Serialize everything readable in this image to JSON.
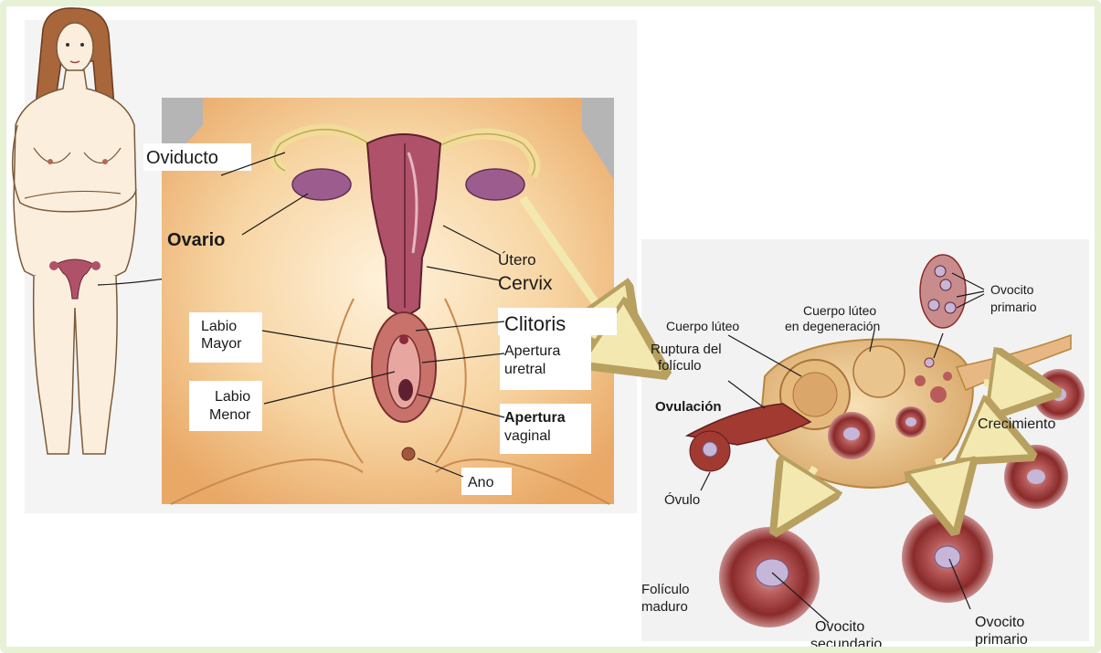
{
  "labels": {
    "oviducto": "Oviducto",
    "ovario": "Ovario",
    "utero": "Útero",
    "cervix": "Cervix",
    "clitoris": "Clitoris",
    "labio_mayor_1": "Labio",
    "labio_mayor_2": "Mayor",
    "labio_menor_1": "Labio",
    "labio_menor_2": "Menor",
    "apertura_uretral_1": "Apertura",
    "apertura_uretral_2": "uretral",
    "apertura_vaginal_1": "Apertura",
    "apertura_vaginal_2": "vaginal",
    "ano": "Ano",
    "ovocito_primario_top_1": "Ovocito",
    "ovocito_primario_top_2": "primario",
    "cuerpo_luteo_degeneracion_1": "Cuerpo lúteo",
    "cuerpo_luteo_degeneracion_2": "en degeneración",
    "cuerpo_luteo": "Cuerpo lúteo",
    "ruptura_1": "Ruptura del",
    "ruptura_2": "folículo",
    "ovulacion": "Ovulación",
    "crecimiento": "Crecimiento",
    "ovulo": "Óvulo",
    "foliculo_maduro_1": "Folículo",
    "foliculo_maduro_2": "maduro",
    "ovocito_secundario_1": "Ovocito",
    "ovocito_secundario_2": "secundario",
    "ovocito_primario_bottom_1": "Ovocito",
    "ovocito_primario_bottom_2": "primario"
  },
  "colors": {
    "frame_border": "#e6f1d6",
    "panel_bg": "#f5d7a8",
    "skin": "#fbeedd",
    "tissue": "#b0516a",
    "ovary": "#eac788",
    "follicle_dark": "#8a2a2a"
  }
}
